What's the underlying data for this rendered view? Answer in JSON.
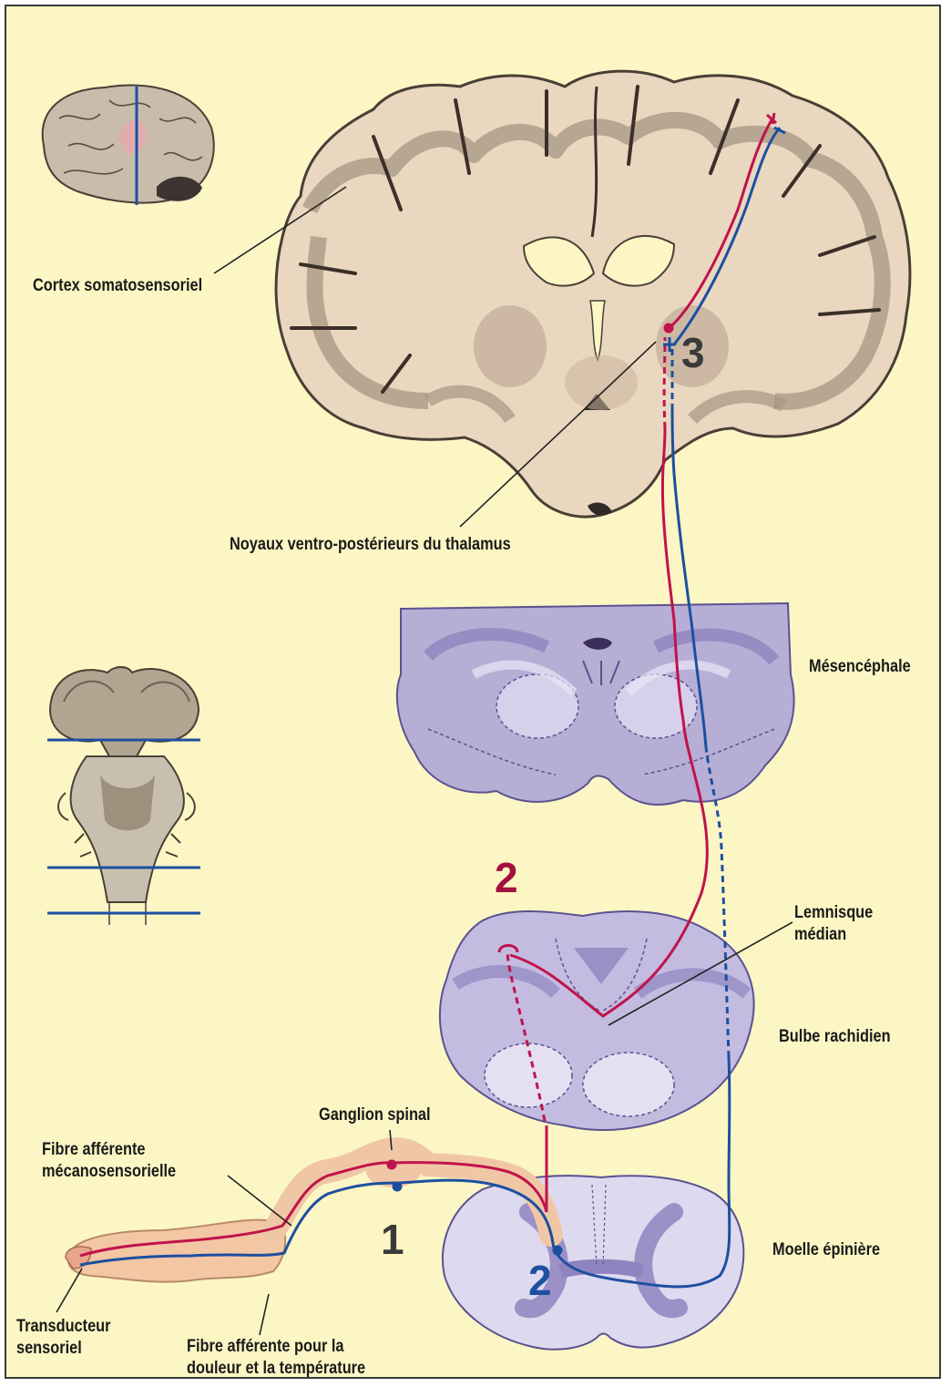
{
  "labels": {
    "cortex": "Cortex somatosensoriel",
    "thalamus": "Noyaux ventro-postérieurs du thalamus",
    "mesencephale": "Mésencéphale",
    "lemnisque_l1": "Lemnisque",
    "lemnisque_l2": "médian",
    "bulbe": "Bulbe rachidien",
    "ganglion": "Ganglion spinal",
    "fibre_meca_l1": "Fibre afférente",
    "fibre_meca_l2": "mécanosensorielle",
    "moelle": "Moelle épinière",
    "transducteur_l1": "Transducteur",
    "transducteur_l2": "sensoriel",
    "fibre_douleur_l1": "Fibre afférente pour la",
    "fibre_douleur_l2": "douleur et la température"
  },
  "numbers": {
    "thalamic": "3",
    "bulbar": "2",
    "ganglion": "1",
    "spinal": "2"
  },
  "colors": {
    "background": "#fbf6c4",
    "tissue": "#ead7c0",
    "grey_matter": "#a69683",
    "section_purple": "#b7aed6",
    "section_purple_dark": "#8f84bf",
    "mechanosensory_path": "#c0134b",
    "pain_temperature_path": "#1d4fa0",
    "label_text": "#1a1a1a"
  }
}
